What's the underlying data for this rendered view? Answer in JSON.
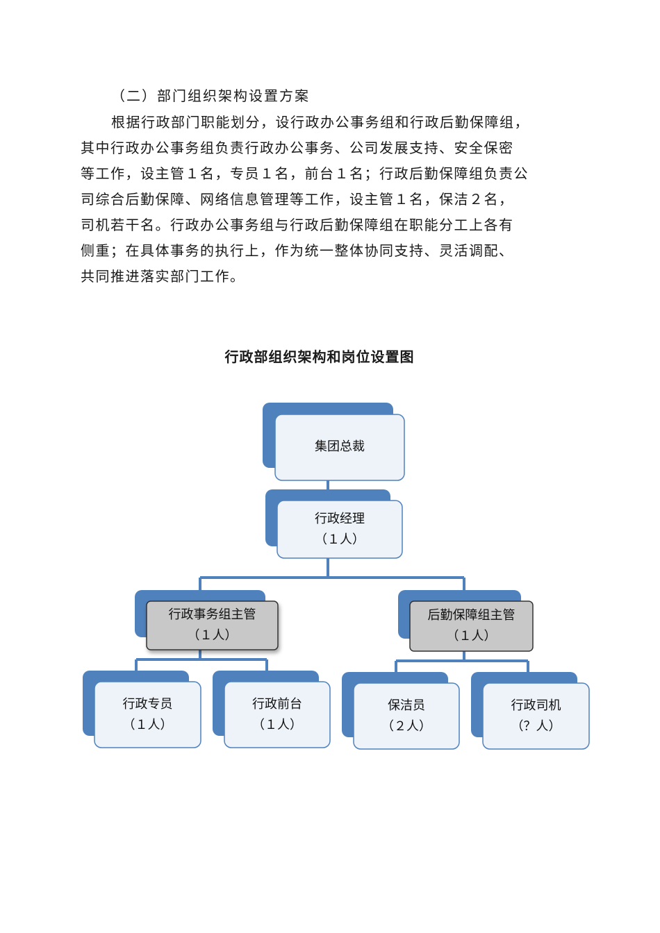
{
  "section_heading": "（二）部门组织架构设置方案",
  "paragraph_lines": [
    "根据行政部门职能划分，设行政办公事务组和行政后勤保障组，",
    "其中行政办公事务组负责行政办公事务、公司发展支持、安全保密",
    "等工作，设主管１名，专员１名，前台１名；行政后勤保障组负责公",
    "司综合后勤保障、网络信息管理等工作，设主管１名，保洁２名，",
    "司机若干名。行政办公事务组与行政后勤保障组在职能分工上各有",
    "侧重；在具体事务的执行上，作为统一整体协同支持、灵活调配、",
    "共同推进落实部门工作。"
  ],
  "org_chart": {
    "title": "行政部组织架构和岗位设置图",
    "colors": {
      "accent_blue": "#4f81bd",
      "front_fill": "#eef3fa",
      "front_border": "#4f81bd",
      "supervisor_fill": "#c8c8c8",
      "supervisor_border": "#333333",
      "connector": "#4f81bd"
    },
    "nodes": {
      "ceo": {
        "title": "集团总裁",
        "count": ""
      },
      "manager": {
        "title": "行政经理",
        "count": "（１人）"
      },
      "affairs_supervisor": {
        "title": "行政事务组主管",
        "count": "（１人）"
      },
      "logistics_supervisor": {
        "title": "后勤保障组主管",
        "count": "（１人）"
      },
      "specialist": {
        "title": "行政专员",
        "count": "（１人）"
      },
      "reception": {
        "title": "行政前台",
        "count": "（１人）"
      },
      "cleaner": {
        "title": "保洁员",
        "count": "（２人）"
      },
      "driver": {
        "title": "行政司机",
        "count": "（？人）"
      }
    }
  }
}
